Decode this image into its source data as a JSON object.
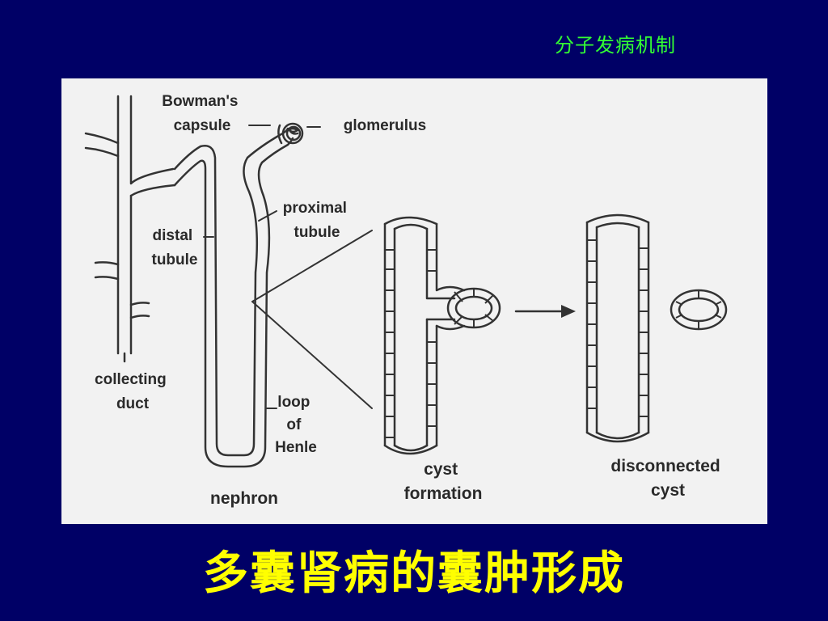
{
  "header": {
    "title": "分子发病机制"
  },
  "figure": {
    "labels": {
      "bowmans_capsule": [
        "Bowman's",
        "capsule"
      ],
      "glomerulus": "glomerulus",
      "proximal_tubule": [
        "proximal",
        "tubule"
      ],
      "distal_tubule": [
        "distal",
        "tubule"
      ],
      "collecting_duct": [
        "collecting",
        "duct"
      ],
      "loop_of_henle": [
        "loop",
        "of",
        "Henle"
      ],
      "nephron": "nephron",
      "cyst_formation": [
        "cyst",
        "formation"
      ],
      "disconnected_cyst": [
        "disconnected",
        "cyst"
      ]
    }
  },
  "caption": "多囊肾病的囊肿形成"
}
